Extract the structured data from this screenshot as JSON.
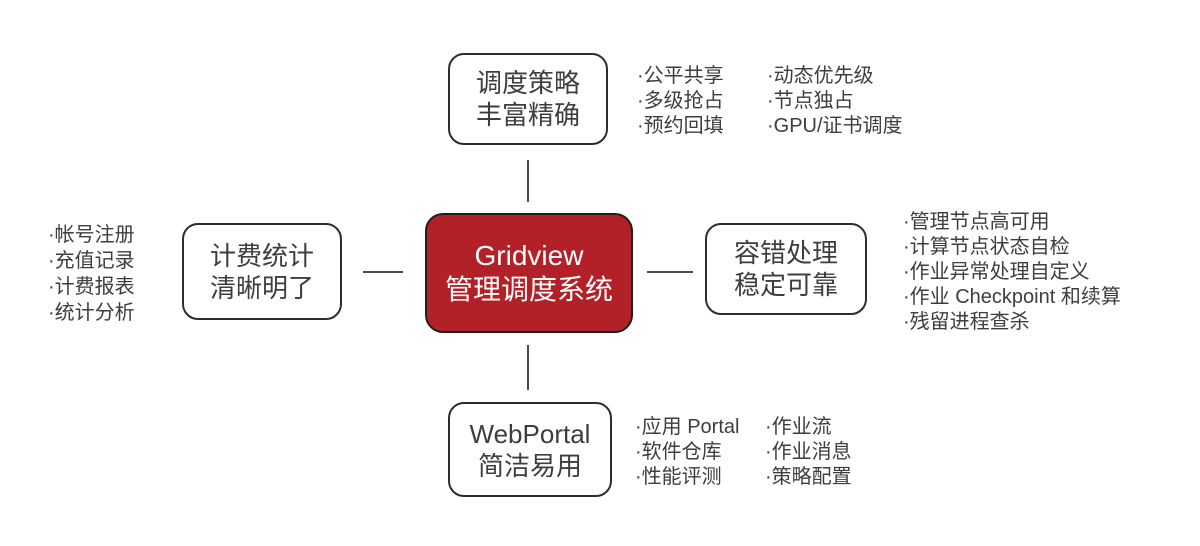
{
  "center": {
    "line1": "Gridview",
    "line2": "管理调度系统"
  },
  "top": {
    "title1": "调度策略",
    "title2": "丰富精确",
    "col1": [
      "·公平共享",
      "·多级抢占",
      "·预约回填"
    ],
    "col2": [
      "·动态优先级",
      "·节点独占",
      "·GPU/证书调度"
    ]
  },
  "left": {
    "title1": "计费统计",
    "title2": "清晰明了",
    "col1": [
      "·帐号注册",
      "·充值记录",
      "·计费报表",
      "·统计分析"
    ]
  },
  "right": {
    "title1": "容错处理",
    "title2": "稳定可靠",
    "col1": [
      "·管理节点高可用",
      "·计算节点状态自检",
      "·作业异常处理自定义",
      "·作业 Checkpoint 和续算",
      "·残留进程查杀"
    ]
  },
  "bottom": {
    "title1": "WebPortal",
    "title2": "简洁易用",
    "col1": [
      "·应用 Portal",
      "·软件仓库",
      "·性能评测"
    ],
    "col2": [
      "·作业流",
      "·作业消息",
      "·策略配置"
    ]
  },
  "colors": {
    "accent_red": "#b22028",
    "text": "#3e3e3e",
    "border": "#2d2d2d",
    "connector": "#4a4a4a"
  }
}
